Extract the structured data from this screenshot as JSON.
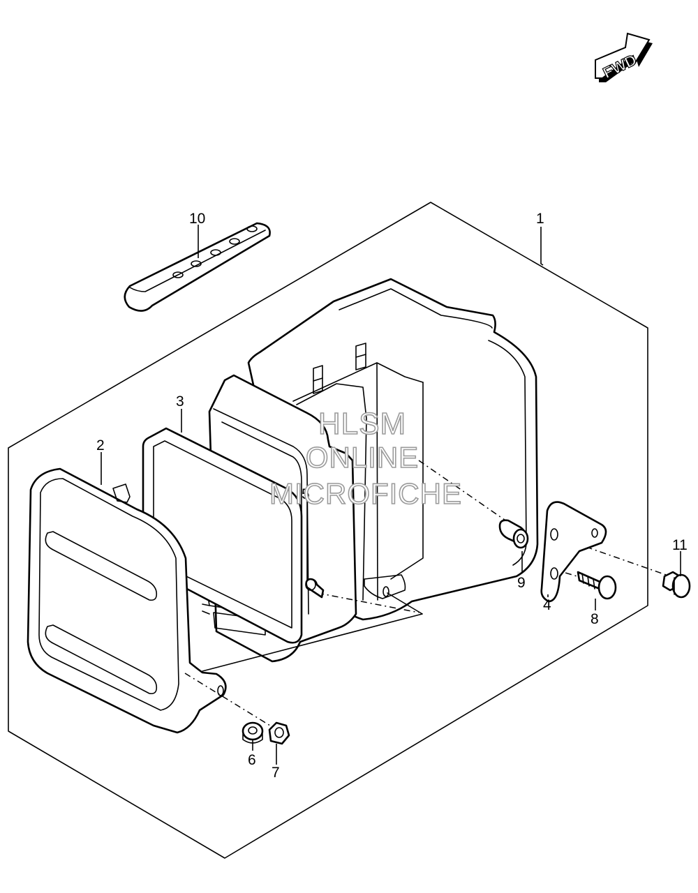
{
  "fwd_label": "FWD",
  "watermark": {
    "line1": "HLSM",
    "line2": "ONLINE",
    "line3": "MICROFICHE"
  },
  "callouts": {
    "c1": "1",
    "c2": "2",
    "c3": "3",
    "c4": "4",
    "c5": "5",
    "c6": "6",
    "c7": "7",
    "c8": "8",
    "c9": "9",
    "c10": "10",
    "c11": "11"
  }
}
